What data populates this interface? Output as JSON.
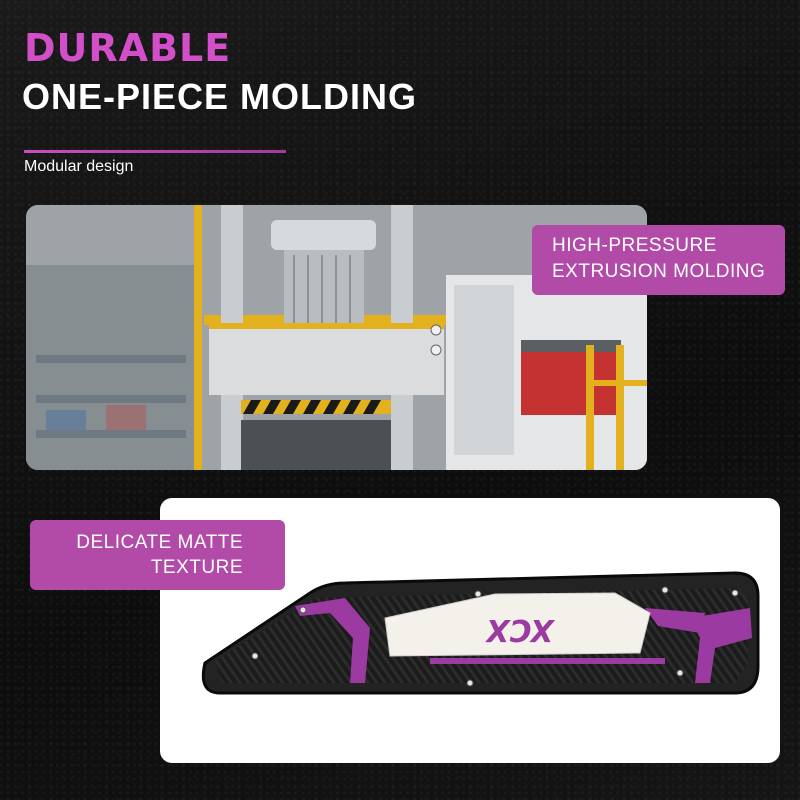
{
  "header": {
    "title_accent": "DURABLE",
    "title_main": "ONE-PIECE MOLDING",
    "subtitle": "Modular design"
  },
  "callouts": {
    "pressure": {
      "line1": "HIGH-PRESSURE",
      "line2": "EXTRUSION MOLDING"
    },
    "texture": {
      "line1": "DELICATE MATTE",
      "line2": "TEXTURE"
    }
  },
  "product": {
    "logo_text": "XCX"
  },
  "colors": {
    "accent": "#d24fc9",
    "callout_bg": "#b24aa8",
    "background": "#111111"
  }
}
